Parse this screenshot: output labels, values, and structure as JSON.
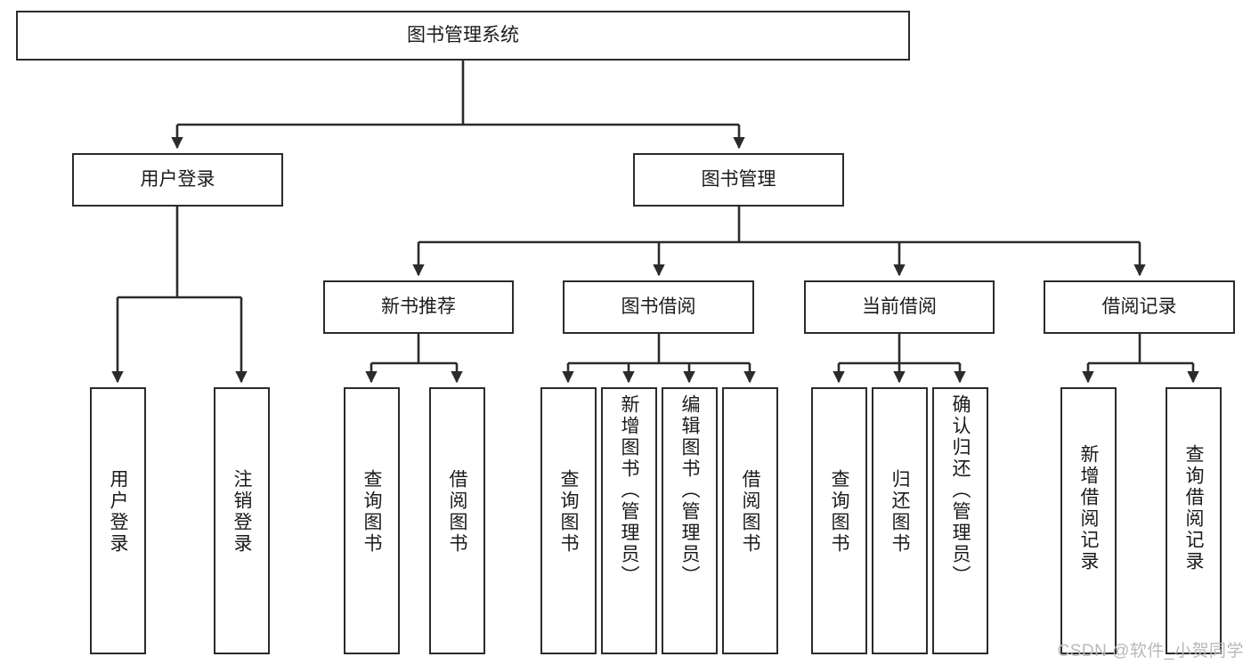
{
  "diagram": {
    "title": "图书管理系统",
    "type": "tree-hierarchy",
    "stroke_color": "#2b2b2b",
    "fill_color": "#ffffff",
    "text_color": "#1b1b1b"
  },
  "root": {
    "label": "图书管理系统"
  },
  "level2": [
    {
      "label": "用户登录"
    },
    {
      "label": "图书管理"
    }
  ],
  "level3": [
    {
      "label": "新书推荐"
    },
    {
      "label": "图书借阅"
    },
    {
      "label": "当前借阅"
    },
    {
      "label": "借阅记录"
    }
  ],
  "leaves": {
    "user_login": [
      {
        "label": "用户登录"
      },
      {
        "label": "注销登录"
      }
    ],
    "new_book": [
      {
        "label": "查询图书"
      },
      {
        "label": "借阅图书"
      }
    ],
    "book_borrow": [
      {
        "label": "查询图书"
      },
      {
        "label": "新增图书（管理员）"
      },
      {
        "label": "编辑图书（管理员）"
      },
      {
        "label": "借阅图书"
      }
    ],
    "current_borrow": [
      {
        "label": "查询图书"
      },
      {
        "label": "归还图书"
      },
      {
        "label": "确认归还（管理员）"
      }
    ],
    "borrow_record": [
      {
        "label": "新增借阅记录"
      },
      {
        "label": "查询借阅记录"
      }
    ]
  },
  "watermark": {
    "text": "CSDN @软件_小贺同学"
  }
}
